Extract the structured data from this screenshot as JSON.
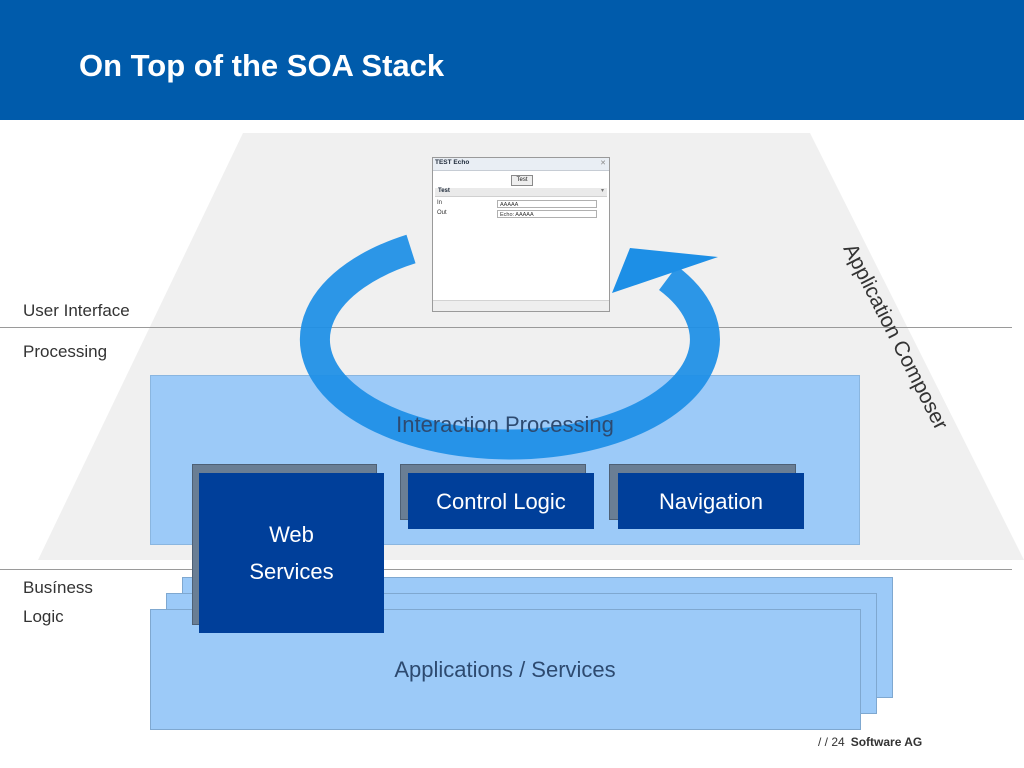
{
  "header": {
    "title": "On Top of the SOA Stack"
  },
  "layers": {
    "user_interface": "User Interface",
    "processing": "Processing",
    "business_line1": "Busíness",
    "business_line2": "Logic"
  },
  "diagram": {
    "interaction_processing": "Interaction Processing",
    "web_services_line1": "Web",
    "web_services_line2": "Services",
    "control_logic": "Control Logic",
    "navigation": "Navigation",
    "applications_services": "Applications / Services",
    "application_composer": "Application Composer",
    "cycle_arrow_icon": "circular-arrow-icon"
  },
  "mini_window": {
    "title": "TEST Echo",
    "button": "Test",
    "section": "Test",
    "rows": [
      {
        "label": "In",
        "value": "AAAAA"
      },
      {
        "label": "Out",
        "value": "Echo: AAAAA"
      }
    ]
  },
  "footer": {
    "page": "/  / 24",
    "brand": "Software AG"
  },
  "colors": {
    "header_blue": "#005bab",
    "light_blue": "#9ccaf8",
    "dark_blue": "#003f9a",
    "arrow_blue": "#1d8fe6",
    "trapezoid": "#f0f0f0"
  }
}
